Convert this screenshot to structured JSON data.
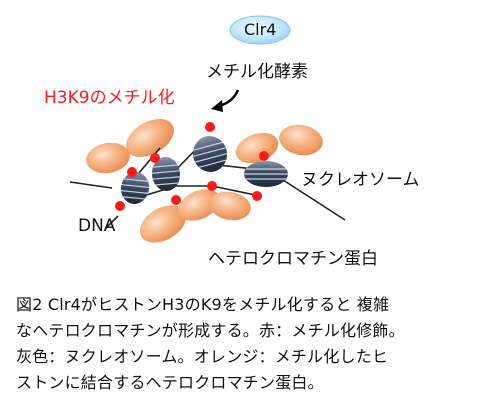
{
  "labels": {
    "enzyme_name": "Clr4",
    "enzyme_desc": "メチル化酵素",
    "methylation": "H3K9のメチル化",
    "nucleosome": "ヌクレオソーム",
    "dna": "DNA",
    "heterochromatin_protein": "ヘテロクロマチン蛋白"
  },
  "caption": {
    "lines": [
      "図2  Clr4がヒストンH3のK9をメチル化すると 複雑",
      "なヘテロクロマチンが形成する。赤：メチル化修飾。",
      "灰色：ヌクレオソーム。オレンジ：メチル化したヒ",
      "ストンに結合するヘテロクロマチン蛋白。"
    ]
  },
  "colors": {
    "methylation_red": "#ff1a1a",
    "enzyme_fill": "#bfe6fb",
    "protein_orange": "#f3a46c",
    "nucleosome_gray": "#46576e"
  }
}
